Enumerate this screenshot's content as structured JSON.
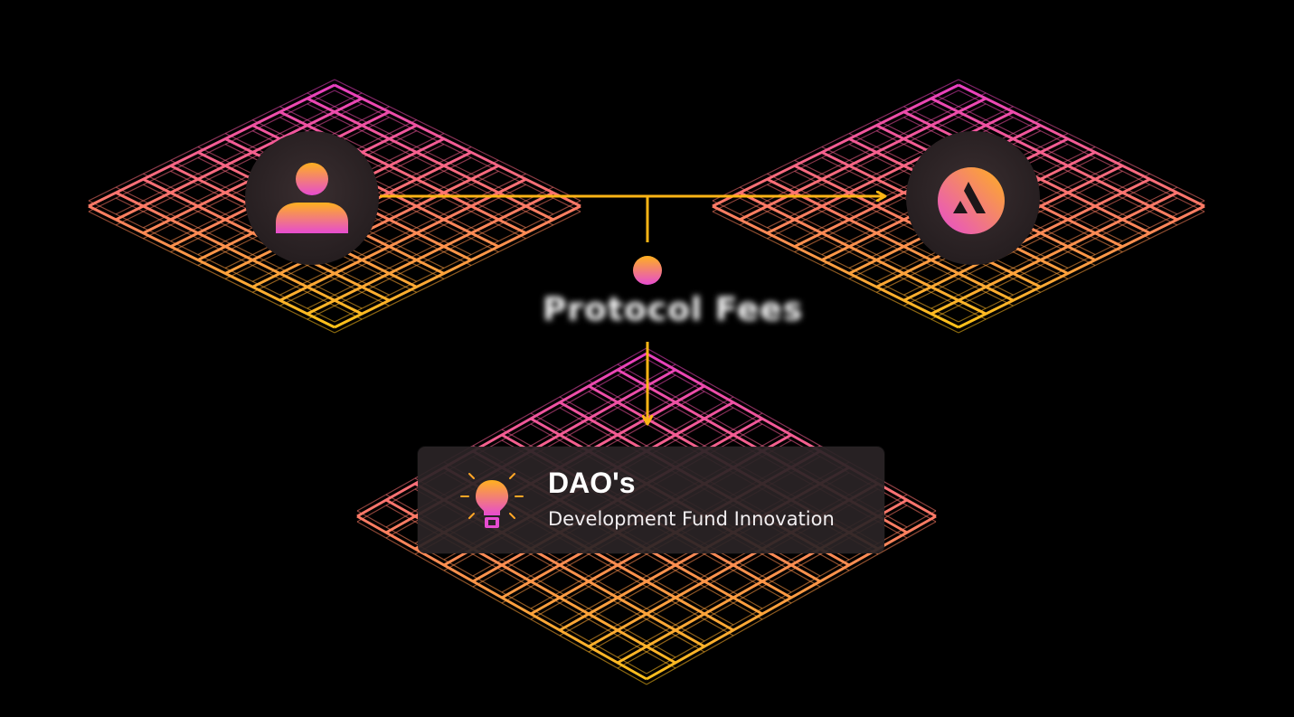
{
  "diagram": {
    "nodes": {
      "user": {
        "icon": "user-icon"
      },
      "avalanche": {
        "icon": "avalanche-logo-icon"
      },
      "protocol": {
        "icon": "protocol-dot-icon",
        "label": "Protocol Fees"
      },
      "dao": {
        "icon": "lightbulb-icon",
        "title": "DAO's",
        "subtitle": "Development Fund Innovation"
      }
    },
    "connectors": [
      {
        "from": "user",
        "to": "avalanche",
        "type": "arrow"
      },
      {
        "from": "protocol",
        "to": "dao",
        "type": "arrow"
      }
    ]
  },
  "colors": {
    "background": "#000000",
    "arrow": "#FDB515",
    "grid_top": "#F04BB8",
    "grid_bottom": "#FDB515",
    "gradient_pink": "#E84FC8",
    "gradient_orange": "#FFA726",
    "circle_fill": "#2B2325",
    "card_fill": "#2A2426"
  }
}
